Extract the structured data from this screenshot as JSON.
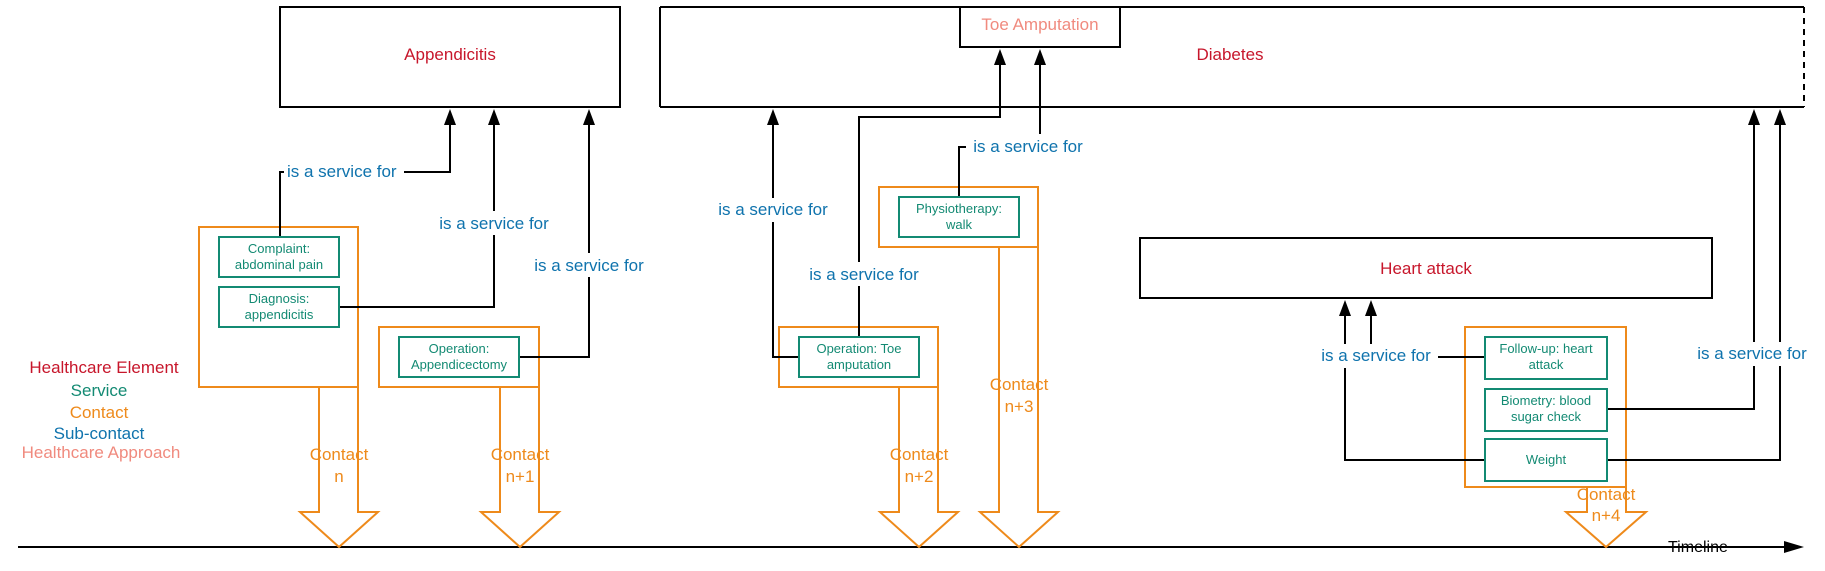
{
  "healthcare_elements": {
    "appendicitis": "Appendicitis",
    "diabetes": "Diabetes",
    "heart_attack": "Heart attack"
  },
  "healthcare_approach": {
    "toe_amputation": "Toe Amputation"
  },
  "services": {
    "complaint": [
      "Complaint:",
      "abdominal pain"
    ],
    "diagnosis": [
      "Diagnosis:",
      "appendicitis"
    ],
    "operation_appendectomy": [
      "Operation:",
      "Appendicectomy"
    ],
    "operation_toe": [
      "Operation: Toe",
      "amputation"
    ],
    "physiotherapy": [
      "Physiotherapy:",
      "walk"
    ],
    "followup": [
      "Follow-up: heart",
      "attack"
    ],
    "biometry": [
      "Biometry: blood",
      "sugar check"
    ],
    "weight": [
      "Weight"
    ]
  },
  "relation_label": "is a service for",
  "contacts": {
    "n": [
      "Contact",
      "n"
    ],
    "n1": [
      "Contact",
      "n+1"
    ],
    "n2": [
      "Contact",
      "n+2"
    ],
    "n3": [
      "Contact",
      "n+3"
    ],
    "n4": [
      "Contact",
      "n+4"
    ]
  },
  "legend": {
    "healthcare_element": "Healthcare Element",
    "service": "Service",
    "contact": "Contact",
    "sub_contact": "Sub-contact",
    "healthcare_approach": "Healthcare Approach"
  },
  "timeline_label": "Timeline",
  "colors": {
    "healthcare_element": "#c7162b",
    "service": "#138a73",
    "contact": "#ee8a1b",
    "sub_contact": "#0f73ad",
    "healthcare_approach": "#f08a7e"
  }
}
